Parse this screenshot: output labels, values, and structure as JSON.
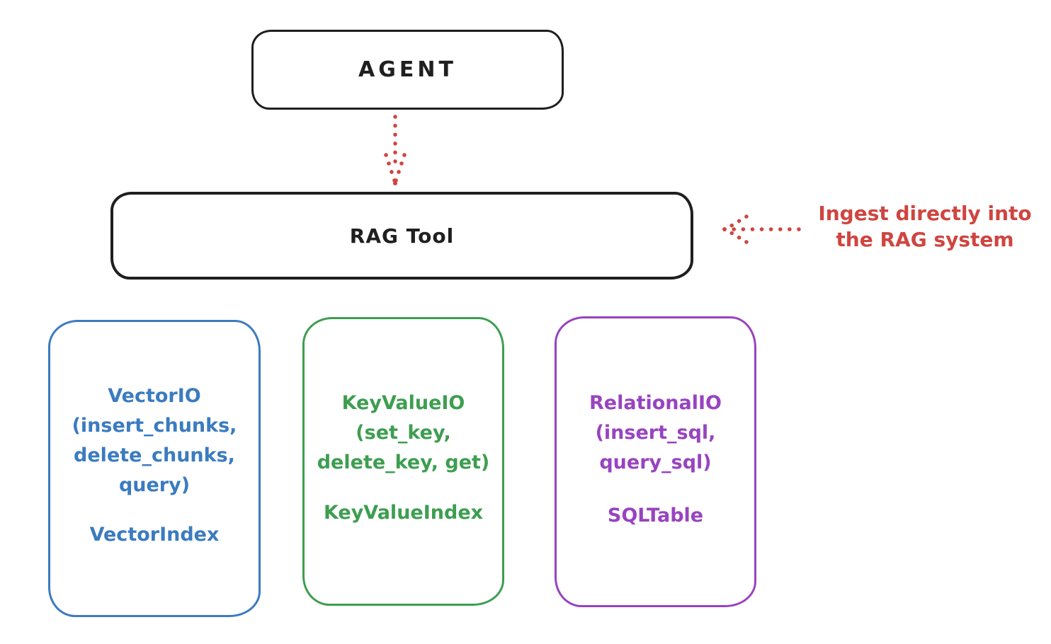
{
  "colors": {
    "ink": "#1f1f1f",
    "red": "#cf4540",
    "blue": "#3b7bc0",
    "green": "#3d9e50",
    "purple": "#9843c0",
    "background": "#ffffff"
  },
  "diagram": {
    "agent_box": {
      "label": "AGENT"
    },
    "rag_tool_box": {
      "label": "RAG Tool"
    },
    "annotation": {
      "line1": "Ingest directly into",
      "line2": "the RAG system",
      "color": "#cf4540"
    },
    "arrows": [
      {
        "name": "agent-to-rag-arrow",
        "style": "dotted",
        "direction": "down",
        "color": "#cf4540"
      },
      {
        "name": "annotation-to-rag-arrow",
        "style": "dotted",
        "direction": "left",
        "color": "#cf4540"
      }
    ],
    "storage_boxes": [
      {
        "id": "vector-io",
        "lines": [
          "VectorIO",
          "(insert_chunks,",
          "delete_chunks,",
          "query)"
        ],
        "index_label": "VectorIndex",
        "color": "#3b7bc0"
      },
      {
        "id": "keyvalue-io",
        "lines": [
          "KeyValueIO",
          "(set_key,",
          "delete_key, get)"
        ],
        "index_label": "KeyValueIndex",
        "color": "#3d9e50"
      },
      {
        "id": "relational-io",
        "lines": [
          "RelationalIO",
          "(insert_sql,",
          "query_sql)"
        ],
        "index_label": "SQLTable",
        "color": "#9843c0"
      }
    ]
  }
}
